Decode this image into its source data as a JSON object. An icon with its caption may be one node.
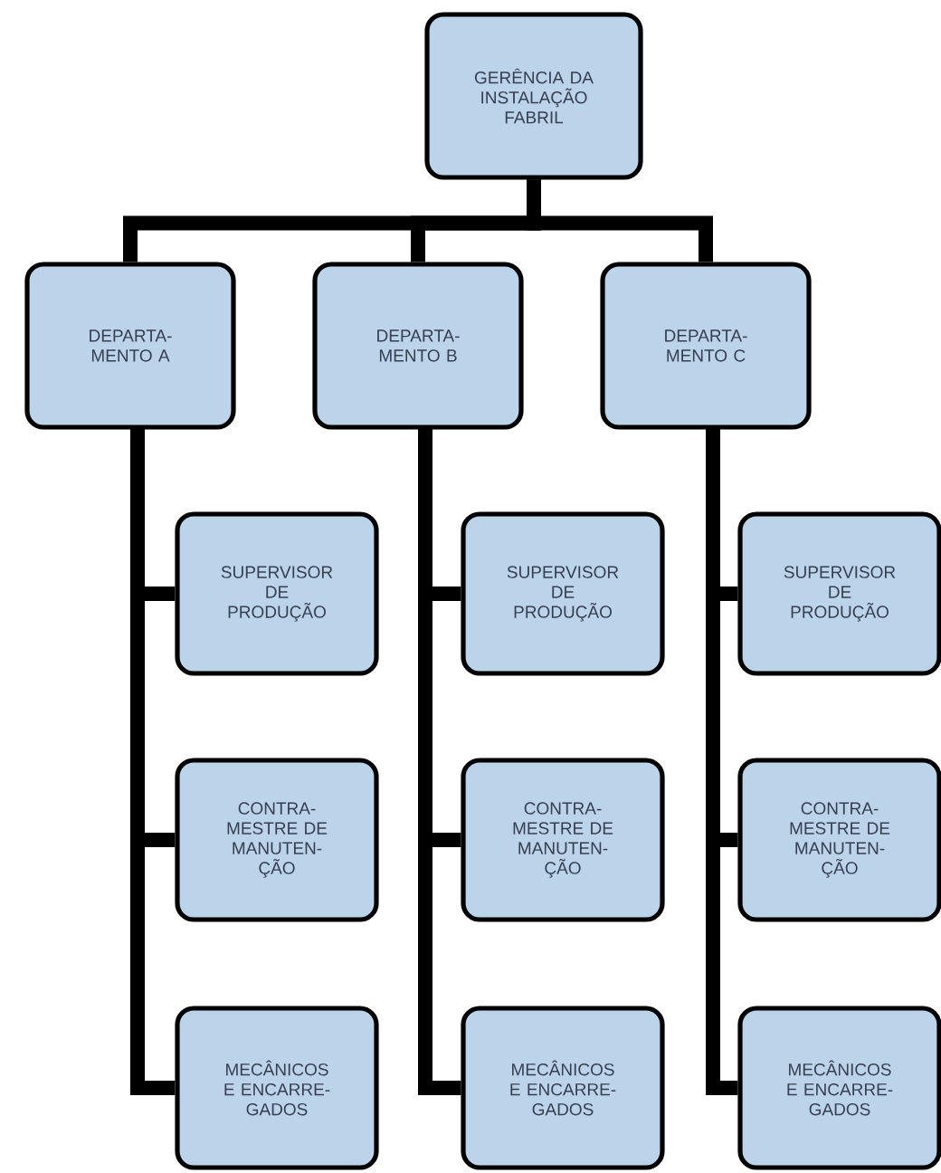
{
  "diagram": {
    "nodes": [
      {
        "text": [
          "GERÊNCIA DA INSTALAÇÃO FABRIL"
        ]
      },
      {
        "text": [
          "DEPARTA- MENTO A"
        ]
      },
      {
        "text": [
          "DEPARTA- MENTO B"
        ]
      },
      {
        "text": [
          "DEPARTA- MENTO C"
        ]
      },
      {
        "text": [
          "SUPERVISOR DE PRODUÇÃO"
        ]
      },
      {
        "text": [
          "SUPERVISOR DE PRODUÇÃO"
        ]
      },
      {
        "text": [
          "SUPERVISOR DE PRODUÇÃO"
        ]
      },
      {
        "text": [
          "CONTRA- MESTRE DE MANUTEN- ÇÃO"
        ]
      },
      {
        "text": [
          "CONTRA- MESTRE DE MANUTEN- ÇÃO"
        ]
      },
      {
        "text": [
          "CONTRA- MESTRE DE MANUTEN- ÇÃO"
        ]
      },
      {
        "text": [
          "MECÂNICOS E ENCARRE- GADOS"
        ]
      },
      {
        "text": [
          "MECÂNICOS E ENCARRE- GADOS"
        ]
      },
      {
        "text": [
          "MECÂNICOS E ENCARRE- GADOS"
        ]
      }
    ],
    "edges": [
      {
        "from": 0,
        "to": 1,
        "arrow": "none"
      },
      {
        "from": 0,
        "to": 2,
        "arrow": "none"
      },
      {
        "from": 0,
        "to": 3,
        "arrow": "none"
      },
      {
        "from": 1,
        "to": 4,
        "arrow": "none"
      },
      {
        "from": 1,
        "to": 7,
        "arrow": "none"
      },
      {
        "from": 1,
        "to": 10,
        "arrow": "none"
      },
      {
        "from": 2,
        "to": 5,
        "arrow": "none"
      },
      {
        "from": 2,
        "to": 8,
        "arrow": "none"
      },
      {
        "from": 2,
        "to": 11,
        "arrow": "none"
      },
      {
        "from": 3,
        "to": 6,
        "arrow": "none"
      },
      {
        "from": 3,
        "to": 9,
        "arrow": "none"
      },
      {
        "from": 3,
        "to": 12,
        "arrow": "none"
      }
    ]
  }
}
